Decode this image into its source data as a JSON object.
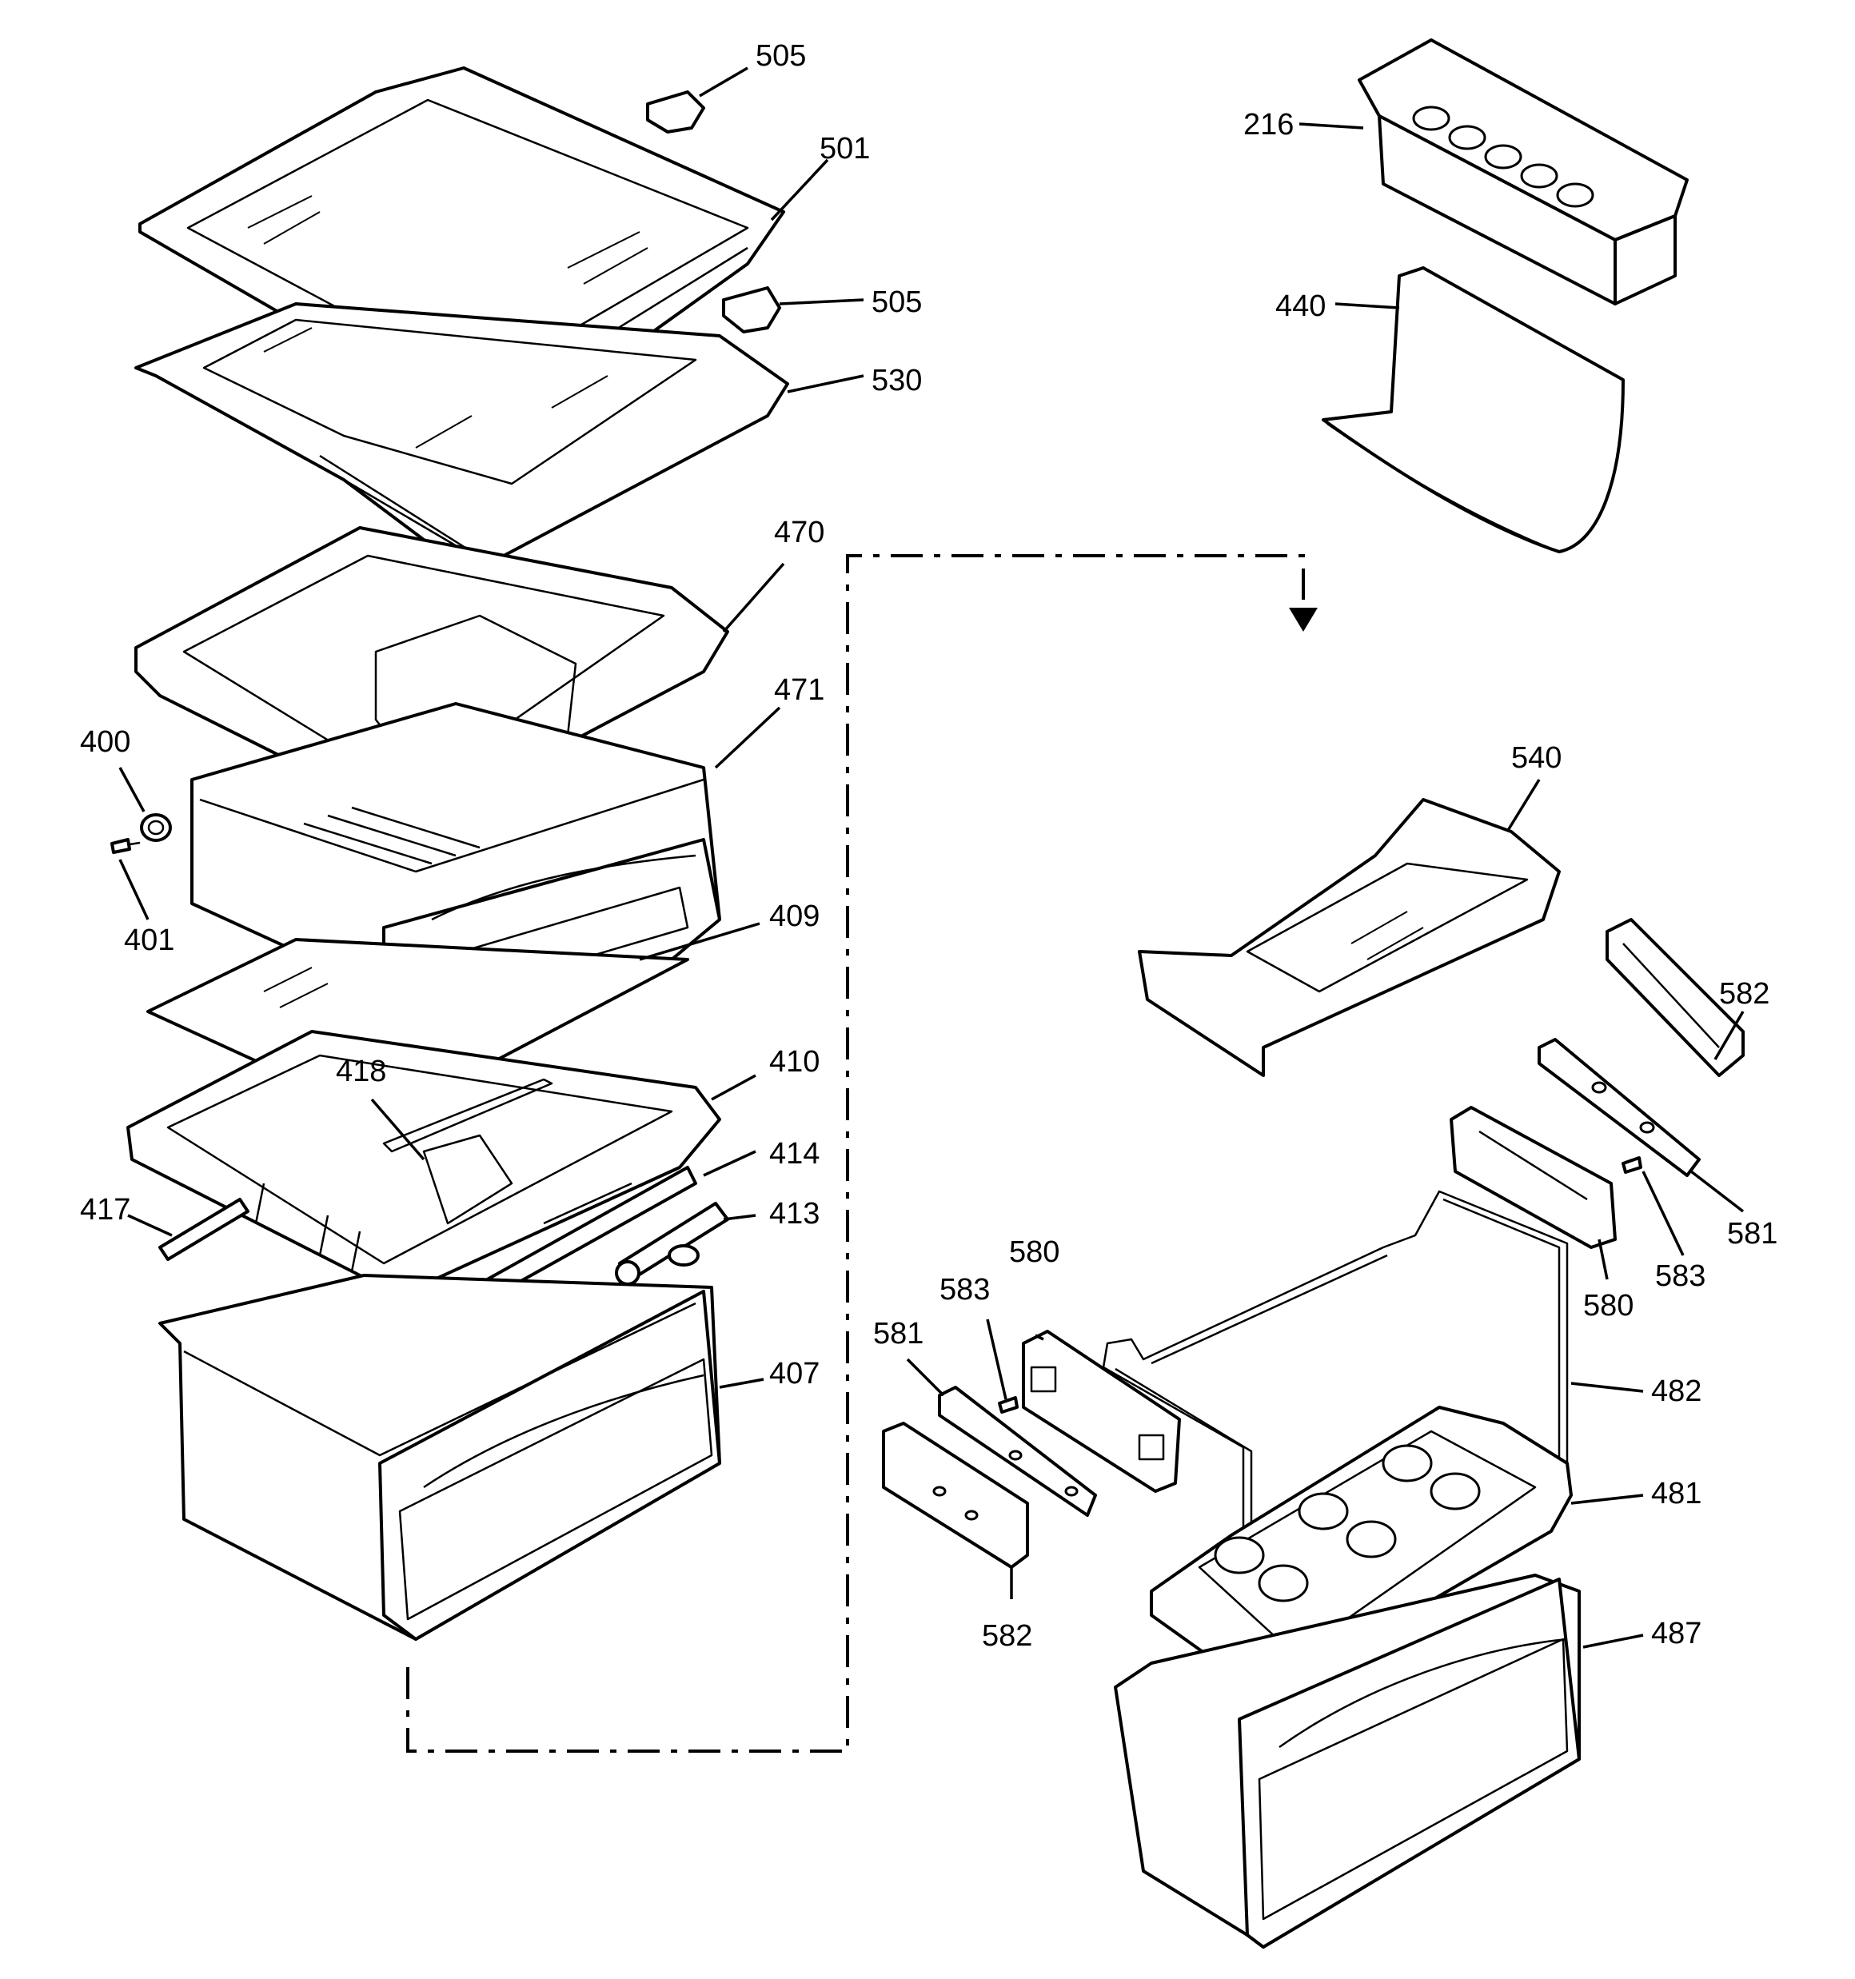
{
  "diagram": {
    "type": "exploded parts diagram",
    "callouts": [
      {
        "id": "c505a",
        "label": "505"
      },
      {
        "id": "c501",
        "label": "501"
      },
      {
        "id": "c505b",
        "label": "505"
      },
      {
        "id": "c530",
        "label": "530"
      },
      {
        "id": "c470",
        "label": "470"
      },
      {
        "id": "c471",
        "label": "471"
      },
      {
        "id": "c400",
        "label": "400"
      },
      {
        "id": "c401",
        "label": "401"
      },
      {
        "id": "c409",
        "label": "409"
      },
      {
        "id": "c418",
        "label": "418"
      },
      {
        "id": "c410",
        "label": "410"
      },
      {
        "id": "c414",
        "label": "414"
      },
      {
        "id": "c417",
        "label": "417"
      },
      {
        "id": "c413",
        "label": "413"
      },
      {
        "id": "c407",
        "label": "407"
      },
      {
        "id": "c216",
        "label": "216"
      },
      {
        "id": "c440",
        "label": "440"
      },
      {
        "id": "c540",
        "label": "540"
      },
      {
        "id": "c582a",
        "label": "582"
      },
      {
        "id": "c581a",
        "label": "581"
      },
      {
        "id": "c583a",
        "label": "583"
      },
      {
        "id": "c580a",
        "label": "580"
      },
      {
        "id": "c580b",
        "label": "580"
      },
      {
        "id": "c583b",
        "label": "583"
      },
      {
        "id": "c581b",
        "label": "581"
      },
      {
        "id": "c482",
        "label": "482"
      },
      {
        "id": "c481",
        "label": "481"
      },
      {
        "id": "c582b",
        "label": "582"
      },
      {
        "id": "c487",
        "label": "487"
      }
    ]
  }
}
